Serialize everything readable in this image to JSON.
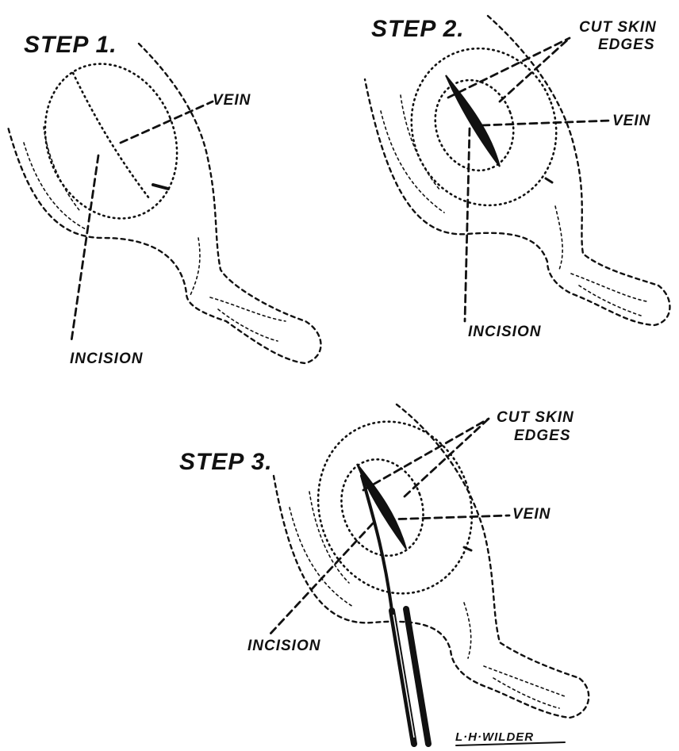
{
  "panels": [
    {
      "step_label": "STEP 1.",
      "labels": {
        "vein": "VEIN",
        "incision": "INCISION"
      }
    },
    {
      "step_label": "STEP 2.",
      "labels": {
        "cut_skin_edges": [
          "CUT SKIN",
          "EDGES"
        ],
        "vein": "VEIN",
        "incision": "INCISION"
      }
    },
    {
      "step_label": "STEP 3.",
      "labels": {
        "cut_skin_edges": [
          "CUT SKIN",
          "EDGES"
        ],
        "vein": "VEIN",
        "incision": "INCISION"
      }
    }
  ],
  "signature": "L·H·WILDER"
}
